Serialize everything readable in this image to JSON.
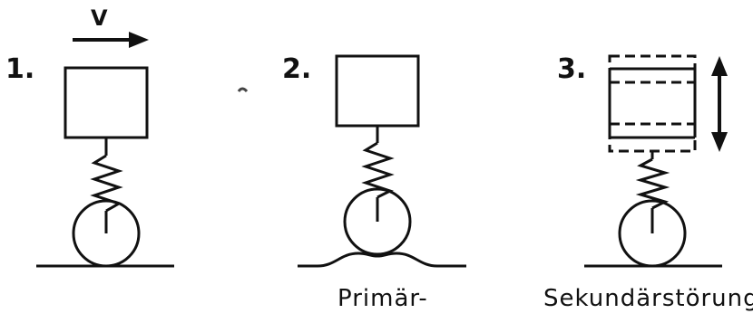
{
  "panels": [
    {
      "number": "1.",
      "velocity_label": "V",
      "caption": ""
    },
    {
      "number": "2.",
      "caption": "Primär-"
    },
    {
      "number": "3.",
      "caption": "Sekundärstörung"
    }
  ],
  "icons": {
    "velocity": "right-arrow-icon",
    "oscillation": "up-down-arrow-icon"
  },
  "colors": {
    "ink": "#111111",
    "background": "#ffffff"
  }
}
